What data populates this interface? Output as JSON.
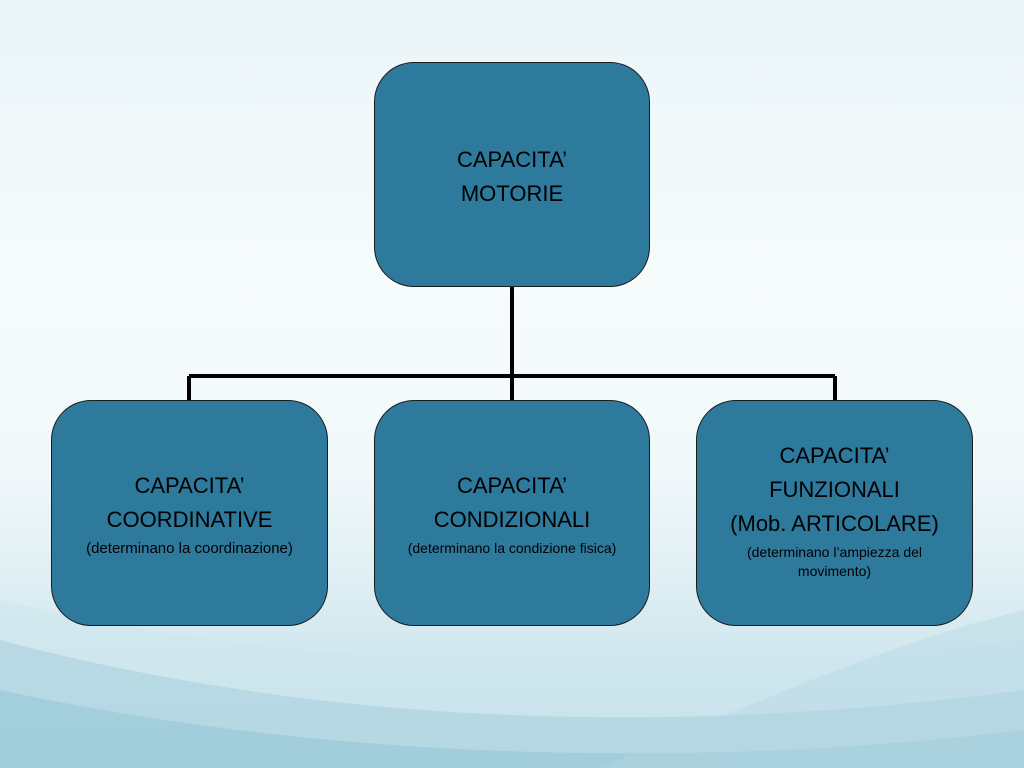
{
  "diagram": {
    "root": {
      "title": "CAPACITA’\nMOTORIE"
    },
    "children": [
      {
        "id": "coordinative",
        "title": "CAPACITA’\nCOORDINATIVE",
        "subtitle": "(determinano la coordinazione)"
      },
      {
        "id": "condizionali",
        "title": "CAPACITA’\nCONDIZIONALI",
        "subtitle": "(determinano la condizione fisica)"
      },
      {
        "id": "funzionali",
        "title": "CAPACITA’\nFUNZIONALI\n(Mob. ARTICOLARE)",
        "subtitle": "(determinano l’ampiezza del\nmovimento)"
      }
    ]
  },
  "colors": {
    "node_fill": "#2e7a9c",
    "node_border": "#1b1b1b",
    "connector": "#000000"
  }
}
